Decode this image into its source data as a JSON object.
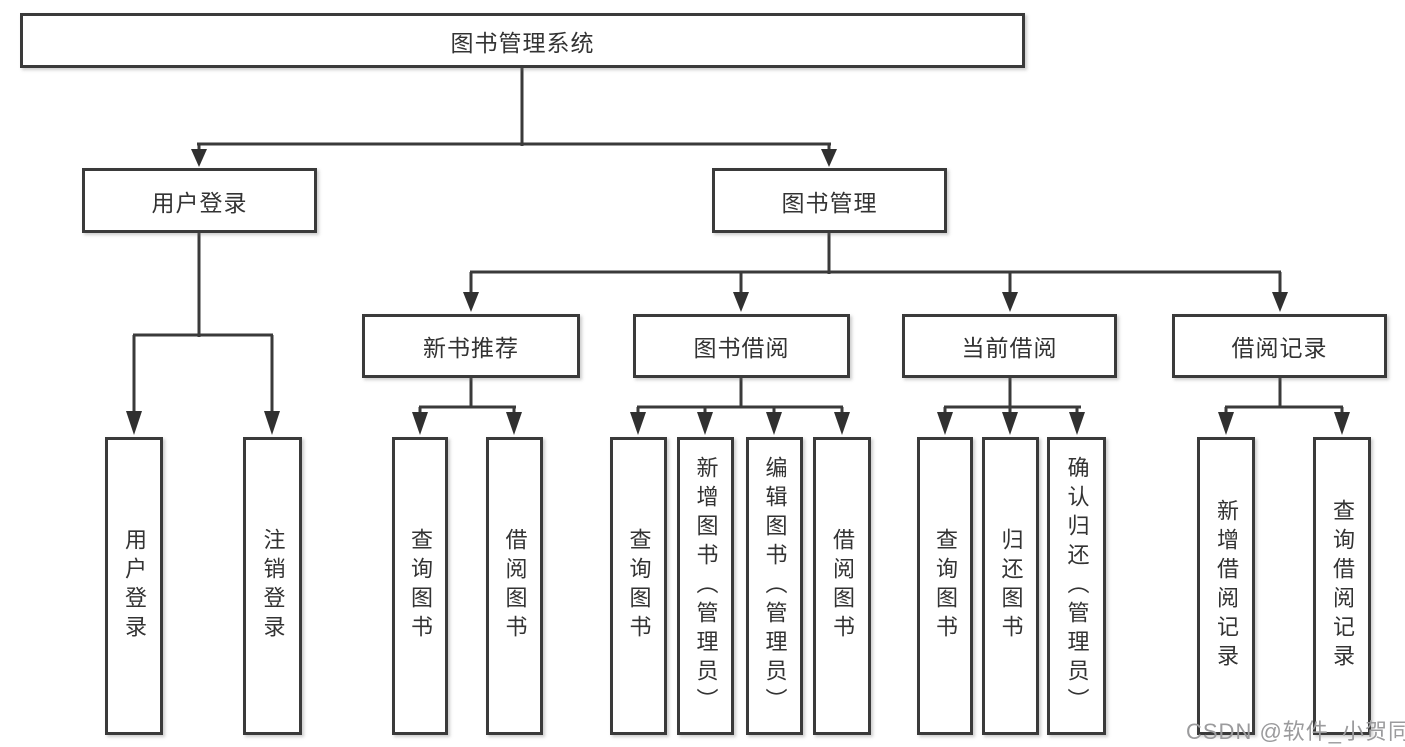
{
  "diagram": {
    "root": {
      "label": "图书管理系统"
    },
    "branches": {
      "user": {
        "label": "用户登录",
        "leaves": [
          "用户登录",
          "注销登录"
        ]
      },
      "books": {
        "label": "图书管理",
        "groups": [
          {
            "label": "新书推荐",
            "leaves": [
              "查询图书",
              "借阅图书"
            ]
          },
          {
            "label": "图书借阅",
            "leaves": [
              "查询图书",
              "新增图书（管理员）",
              "编辑图书（管理员）",
              "借阅图书"
            ]
          },
          {
            "label": "当前借阅",
            "leaves": [
              "查询图书",
              "归还图书",
              "确认归还（管理员）"
            ]
          },
          {
            "label": "借阅记录",
            "leaves": [
              "新增借阅记录",
              "查询借阅记录"
            ]
          }
        ]
      }
    }
  },
  "watermark": {
    "label": "CSDN @软件_小贺同学",
    "color": "#9b9b9d"
  },
  "colors": {
    "line": "#3a3a3a",
    "box_border": "#3a3a3a",
    "text": "#333333",
    "background": "#ffffff"
  }
}
